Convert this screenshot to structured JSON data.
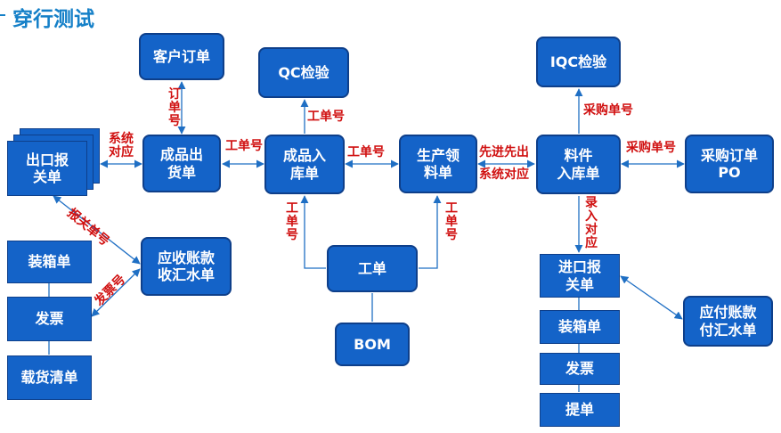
{
  "title": "穿行测试",
  "nodes": {
    "customer_order": "客户订单",
    "export_decl": "出口报\n关单",
    "finished_out": "成品出\n货单",
    "finished_in": "成品入\n库单",
    "qc": "QC检验",
    "prod_requisition": "生产领\n料单",
    "material_in": "料件\n入库单",
    "iqc": "IQC检验",
    "purchase_order": "采购订单\nPO",
    "packing_list_1": "装箱单",
    "invoice_1": "发票",
    "manifest": "载货清单",
    "ar": "应收账款\n收汇水单",
    "work_order": "工单",
    "bom": "BOM",
    "import_decl": "进口报\n关单",
    "packing_list_2": "装箱单",
    "invoice_2": "发票",
    "bill_of_lading": "提单",
    "ap": "应付账款\n付汇水单"
  },
  "labels": {
    "order_no": "订单号",
    "system_match": "系统\n对应",
    "work_no_1": "工单号",
    "work_no_2": "工单号",
    "work_no_3": "工单号",
    "fifo": "先进先出",
    "system_match_2": "系统对应",
    "po_no_1": "采购单号",
    "po_no_2": "采购单号",
    "customs_no": "报关单号",
    "invoice_no": "发票号",
    "work_no_v1": "工单号",
    "work_no_v2": "工单号",
    "entry_match": "录入对应"
  },
  "colors": {
    "box": "#1463c8",
    "border": "#0e3f8a",
    "label": "#d01010",
    "title": "#1580c8",
    "arrow": "#1f6fc4"
  }
}
